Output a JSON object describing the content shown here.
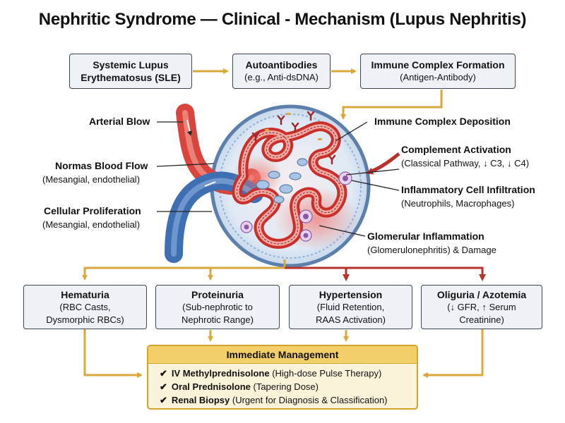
{
  "title": "Nephritic Syndrome — Clinical - Mechanism (Lupus Nephritis)",
  "top_flow": [
    {
      "line1": "Systemic Lupus",
      "line2": "Erythematosus (SLE)"
    },
    {
      "line1": "Autoantibodies",
      "line2": "(e.g., Anti-dsDNA)"
    },
    {
      "line1": "Immune Complex Formation",
      "line2": "(Antigen-Antibody)"
    }
  ],
  "left_labels": [
    {
      "heading": "Arterial Blow",
      "sub": ""
    },
    {
      "heading": "Normas Blood Flow",
      "sub": "(Mesangial, endothelial)"
    },
    {
      "heading": "Cellular Proliferation",
      "sub": "(Mesangial, endothelial)"
    }
  ],
  "right_labels": [
    {
      "heading": "Immune Complex Deposition",
      "sub": ""
    },
    {
      "heading": "Complement Activation",
      "sub": "(Classical Pathway, ↓ C3, ↓ C4)"
    },
    {
      "heading": "Inflammatory Cell Infiltration",
      "sub": "(Neutrophils, Macrophages)"
    },
    {
      "heading": "Glomerular Inflammation",
      "sub": "(Glomerulonephritis) & Damage"
    }
  ],
  "outcomes": [
    {
      "heading": "Hematuria",
      "line1": "(RBC Casts,",
      "line2": "Dysmorphic RBCs)"
    },
    {
      "heading": "Proteinuria",
      "line1": "(Sub-nephrotic to",
      "line2": "Nephrotic Range)"
    },
    {
      "heading": "Hypertension",
      "line1": "(Fluid Retention,",
      "line2": "RAAS Activation)"
    },
    {
      "heading": "Oliguria / Azotemia",
      "line1": "(↓ GFR, ↑ Serum",
      "line2": "Creatinine)"
    }
  ],
  "management": {
    "heading": "Immediate Management",
    "check": "✔",
    "items": [
      {
        "bold": "IV Methylprednisolone",
        "rest": " (High-dose Pulse Therapy)"
      },
      {
        "bold": "Oral Prednisolone",
        "rest": " (Tapering Dose)"
      },
      {
        "bold": "Renal Biopsy",
        "rest": " (Urgent for Diagnosis & Classification)"
      }
    ]
  },
  "colors": {
    "box_fill": "#eef2f7",
    "box_border": "#3c4654",
    "flow_arrow": "#d9a83a",
    "red_arrow": "#b8322c",
    "artery": "#d9453d",
    "vein": "#3f6fb3",
    "mgmt_fill": "#fbf3d9",
    "mgmt_head": "#f3cf6a"
  }
}
